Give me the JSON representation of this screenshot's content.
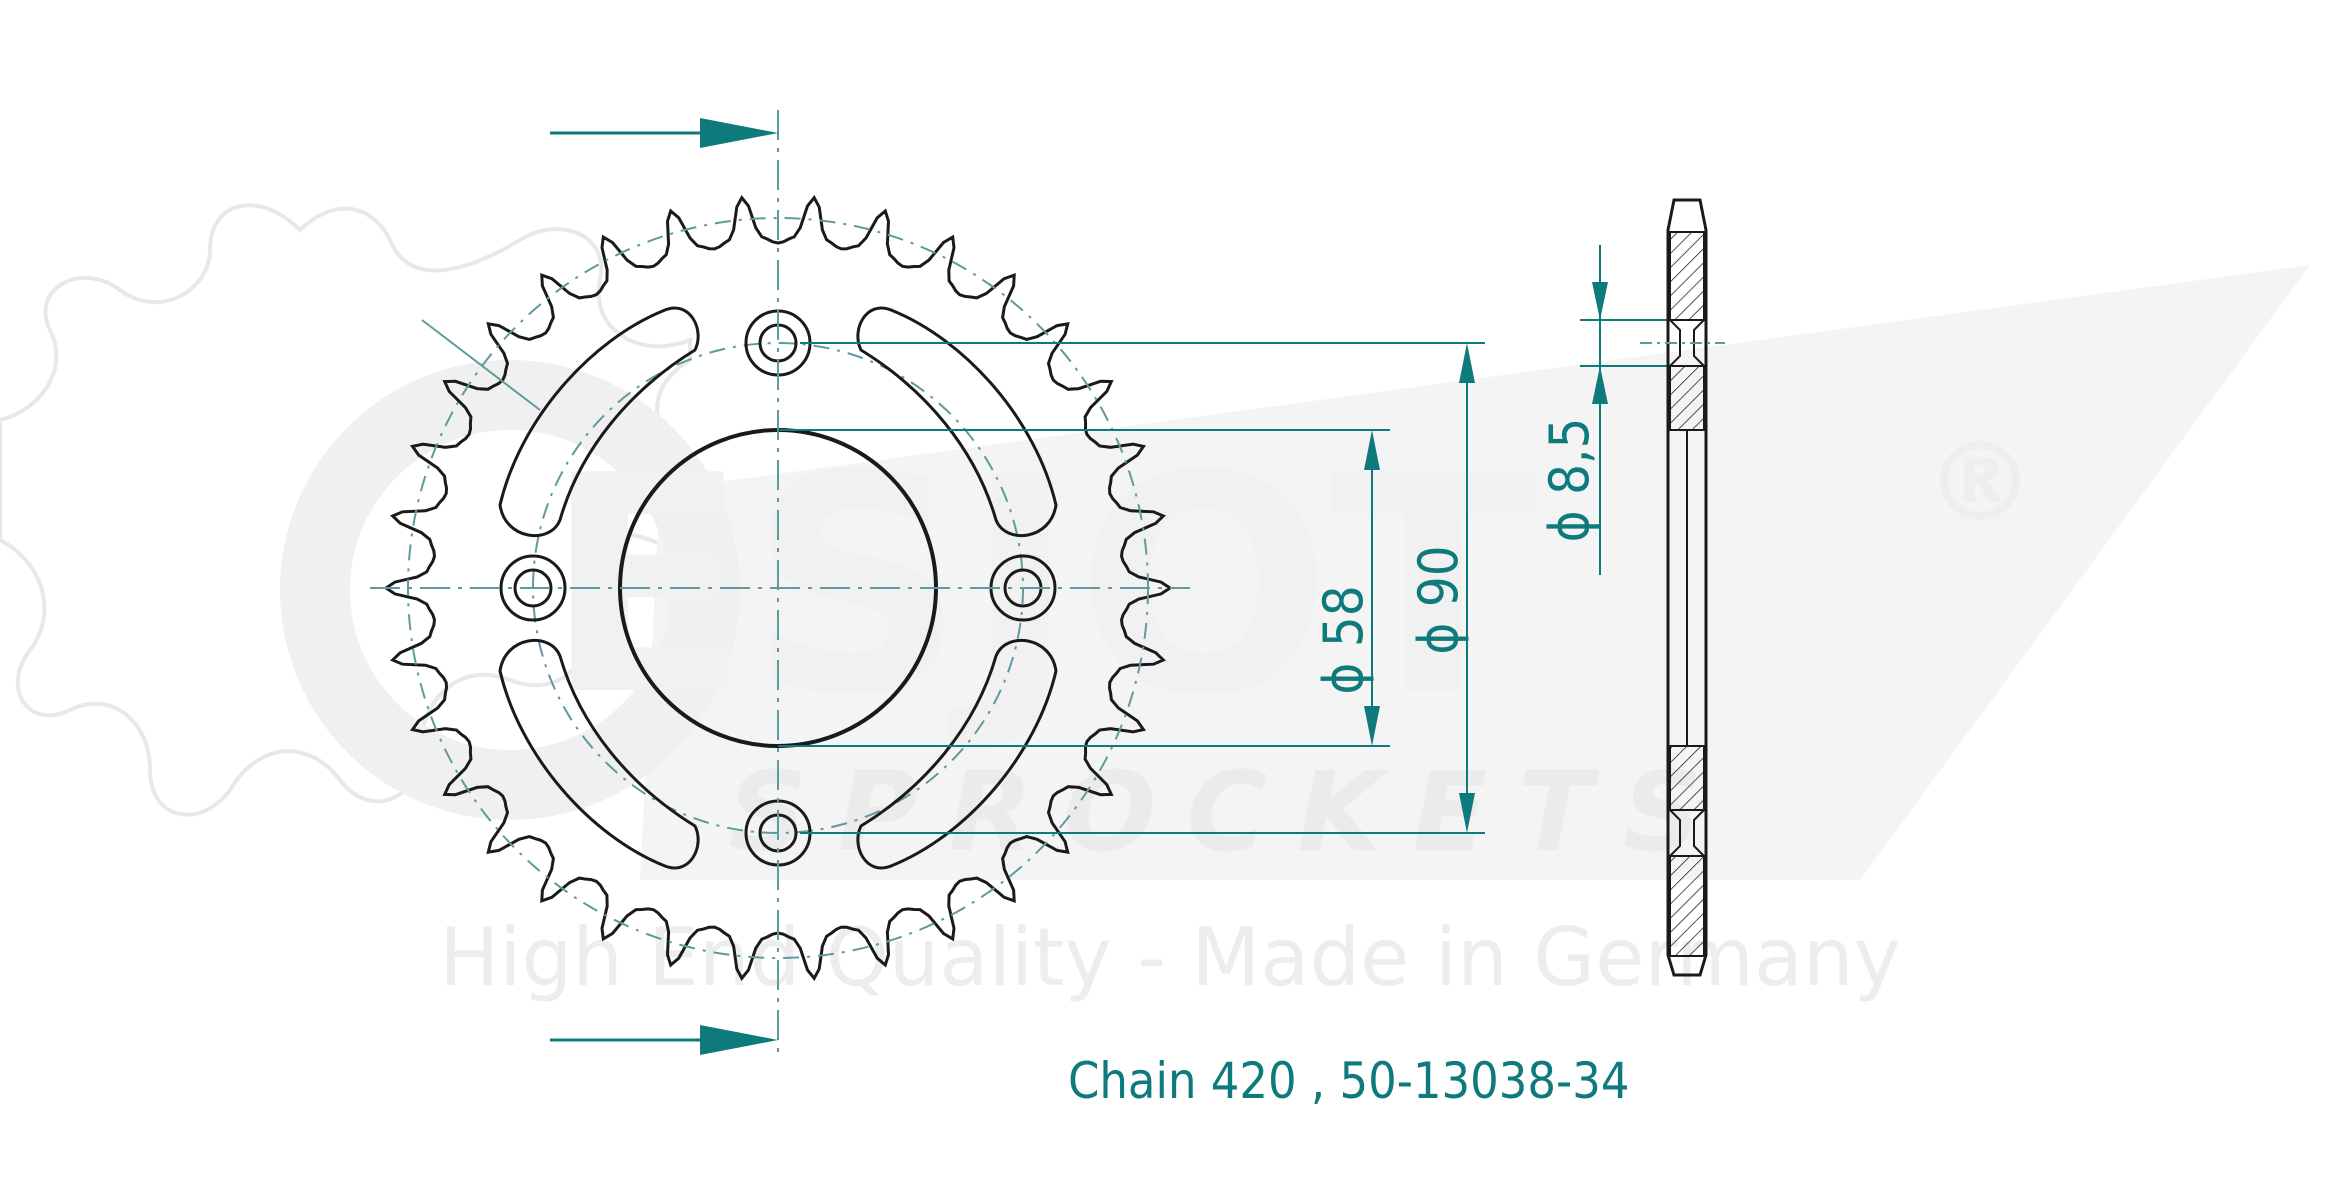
{
  "colors": {
    "line": "#1a1a1a",
    "accent": "#0f7a7c",
    "watermark": "#f0f0f0",
    "watermark_stroke": "#e8e8e8",
    "pitch_circle": "#5f9a9c"
  },
  "watermark": {
    "brand": "ESJOT",
    "registered": "®",
    "subtitle": "SPROCKETS",
    "tagline": "High End Quality - Made in Germany"
  },
  "sprocket": {
    "teeth": 34
  },
  "dimensions": {
    "bore": "ϕ 58",
    "bolt_circle": "ϕ 90",
    "hole": "ϕ 8,5"
  },
  "caption": "Chain 420 , 50-13038-34"
}
